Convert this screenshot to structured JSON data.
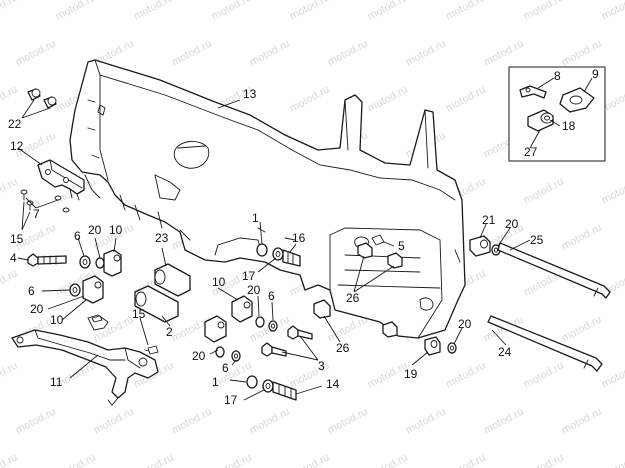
{
  "diagram": {
    "watermark": "motod.ru",
    "callouts": {
      "c1a": "1",
      "c1b": "1",
      "c2": "2",
      "c3": "3",
      "c4": "4",
      "c5": "5",
      "c6a": "6",
      "c6b": "6",
      "c6c": "6",
      "c6d": "6",
      "c7": "7",
      "c8": "8",
      "c9": "9",
      "c10a": "10",
      "c10b": "10",
      "c10c": "10",
      "c11": "11",
      "c12": "12",
      "c13": "13",
      "c14": "14",
      "c15a": "15",
      "c15b": "15",
      "c16": "16",
      "c17a": "17",
      "c17b": "17",
      "c18": "18",
      "c19": "19",
      "c20a": "20",
      "c20b": "20",
      "c20c": "20",
      "c20d": "20",
      "c20e": "20",
      "c20f": "20",
      "c21": "21",
      "c22": "22",
      "c23": "23",
      "c24": "24",
      "c25": "25",
      "c26a": "26",
      "c26b": "26",
      "c27": "27"
    }
  }
}
